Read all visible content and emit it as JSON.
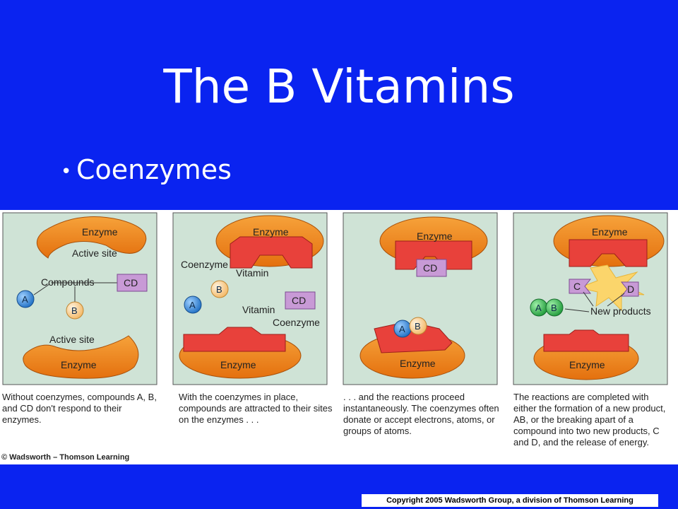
{
  "slide": {
    "title": "The B Vitamins",
    "bullet": "Coenzymes"
  },
  "figure": {
    "panel1": {
      "enzyme_top": "Enzyme",
      "active_site_top": "Active site",
      "compounds": "Compounds",
      "compound_a": "A",
      "compound_b": "B",
      "compound_cd": "CD",
      "active_site_bottom": "Active site",
      "enzyme_bottom": "Enzyme",
      "caption": "Without coenzymes, compounds A, B, and CD don't respond to their enzymes."
    },
    "panel2": {
      "enzyme_top": "Enzyme",
      "coenzyme_top": "Coenzyme",
      "vitamin_top": "Vitamin",
      "compound_b": "B",
      "compound_a": "A",
      "compound_cd": "CD",
      "vitamin_bottom": "Vitamin",
      "coenzyme_bottom": "Coenzyme",
      "enzyme_bottom": "Enzyme",
      "caption": "With the coenzymes in place, compounds are attracted to their sites on the enzymes . . ."
    },
    "panel3": {
      "enzyme_top": "Enzyme",
      "compound_cd": "CD",
      "compound_a": "A",
      "compound_b": "B",
      "enzyme_bottom": "Enzyme",
      "caption": ". . . and the reactions proceed instantaneously. The coenzymes often donate or accept electrons, atoms, or groups of atoms."
    },
    "panel4": {
      "enzyme_top": "Enzyme",
      "product_c": "C",
      "product_d": "D",
      "compound_a": "A",
      "compound_b": "B",
      "new_products": "New products",
      "enzyme_bottom": "Enzyme",
      "caption": "The reactions are completed with either the formation of a new product, AB, or the breaking apart of a compound into two new products, C and D, and the release of energy."
    },
    "credit": "© Wadsworth – Thomson Learning"
  },
  "footer": {
    "copyright": "Copyright 2005 Wadsworth Group, a division of Thomson Learning"
  },
  "colors": {
    "background": "#0a23f0",
    "panel": "#cfe3d6",
    "enzyme": "#f08a1c",
    "coenzyme": "#e83a35",
    "compound_a": "#2f86d8",
    "compound_b": "#f7c98a",
    "compound_cd": "#b47bc6"
  }
}
